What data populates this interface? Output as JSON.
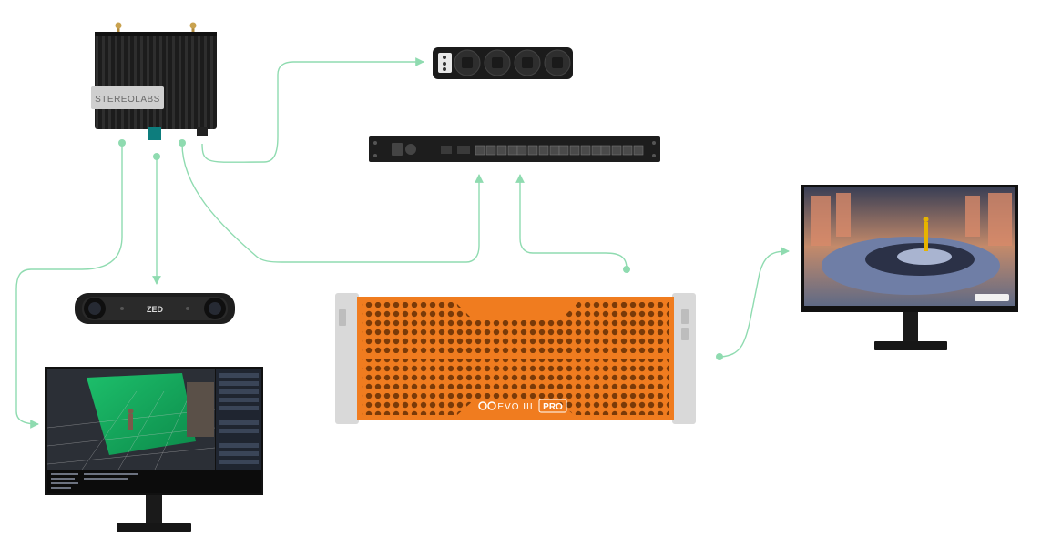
{
  "diagram": {
    "colors": {
      "connector": "#8fdbb0",
      "device_black": "#1a1a1a",
      "server_orange": "#f07c1f",
      "server_silver": "#d9d9d9"
    },
    "devices": {
      "embedded_box": {
        "brand_label": "STEREOLABS"
      },
      "stereo_camera": {
        "label": "ZED"
      },
      "render_server": {
        "brand_label": "EVO III",
        "badge": "PRO"
      }
    },
    "connections": [
      {
        "from": "embedded-box",
        "to": "speaker-panel"
      },
      {
        "from": "embedded-box",
        "to": "network-switch"
      },
      {
        "from": "embedded-box",
        "to": "stereo-camera"
      },
      {
        "from": "embedded-box",
        "to": "operator-monitor"
      },
      {
        "from": "render-server",
        "to": "network-switch"
      },
      {
        "from": "render-server",
        "to": "output-monitor"
      }
    ]
  }
}
